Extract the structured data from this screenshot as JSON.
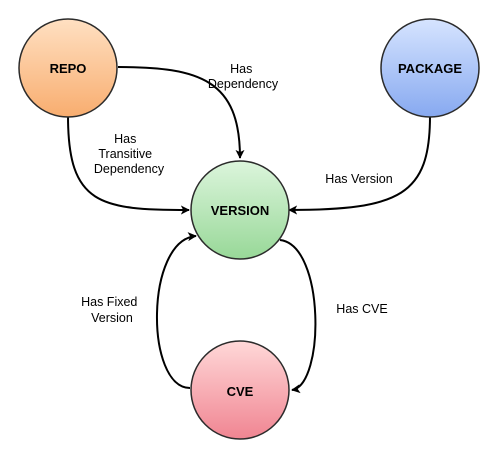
{
  "nodes": {
    "repo": {
      "label": "REPO",
      "fill_top": "#ffe0c2",
      "fill_bottom": "#f8ad6f"
    },
    "package": {
      "label": "PACKAGE",
      "fill_top": "#d6e4ff",
      "fill_bottom": "#87a9f0"
    },
    "version": {
      "label": "VERSION",
      "fill_top": "#dcf5dc",
      "fill_bottom": "#98d898"
    },
    "cve": {
      "label": "CVE",
      "fill_top": "#ffd8d8",
      "fill_bottom": "#f08592"
    }
  },
  "edges": {
    "repo_version": {
      "lines": [
        "Has",
        "Dependency"
      ]
    },
    "repo_version_transitive": {
      "lines": [
        "Has",
        "Transitive",
        "Dependency"
      ]
    },
    "package_version": {
      "lines": [
        "Has Version"
      ]
    },
    "version_cve": {
      "lines": [
        "Has CVE"
      ]
    },
    "cve_version": {
      "lines": [
        "Has Fixed",
        "Version"
      ]
    }
  }
}
